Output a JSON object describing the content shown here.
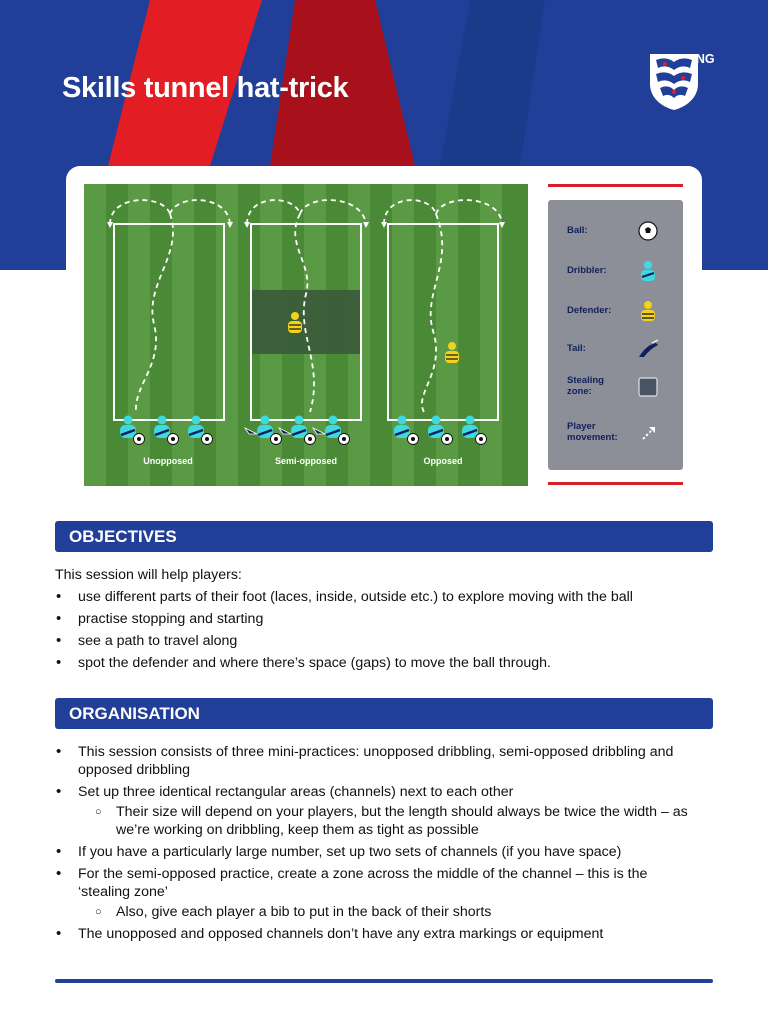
{
  "header": {
    "title": "Skills tunnel hat-trick",
    "logo_text": "LEARNING",
    "colors": {
      "navy": "#213f98",
      "red": "#e21d24",
      "dark_red": "#a8111b"
    }
  },
  "diagram": {
    "channel_labels": [
      "Unopposed",
      "Semi-opposed",
      "Opposed"
    ],
    "colors": {
      "pitch": "#4a8a36",
      "stripe": "#5a9a44",
      "stealing_zone": "#3a5a3a",
      "dribbler": "#3fd8e0",
      "defender": "#f2d21a"
    }
  },
  "legend": {
    "items": [
      {
        "label": "Ball:",
        "icon": "ball-icon"
      },
      {
        "label": "Dribbler:",
        "icon": "dribbler-icon"
      },
      {
        "label": "Defender:",
        "icon": "defender-icon"
      },
      {
        "label": "Tail:",
        "icon": "tail-icon"
      },
      {
        "label": "Stealing zone:",
        "icon": "stealing-zone-icon"
      },
      {
        "label": "Player movement:",
        "icon": "arrow-icon"
      }
    ]
  },
  "objectives": {
    "heading": "OBJECTIVES",
    "intro": "This session will help players:",
    "bullets": [
      "use different parts of their foot (laces, inside, outside etc.) to explore moving with the ball",
      "practise stopping and starting",
      "see a path to travel along",
      "spot the defender and where there’s space (gaps) to move the ball through."
    ]
  },
  "organisation": {
    "heading": "ORGANISATION",
    "b1": "This session consists of three mini-practices: unopposed dribbling, semi-opposed dribbling and opposed dribbling",
    "b2": "Set up three identical rectangular areas (channels) next to each other",
    "b2_sub": "Their size will depend on your players, but the length should always be twice the width – as we’re working on dribbling, keep them as tight as possible",
    "b3": "If you have a particularly large number, set up two sets of channels (if you have space)",
    "b4": "For the semi-opposed practice, create a zone across the middle of the channel – this is the ‘stealing zone’",
    "b4_sub": "Also, give each player a bib to put in the back of their shorts",
    "b5": "The unopposed and opposed channels don’t have any extra markings or equipment"
  }
}
